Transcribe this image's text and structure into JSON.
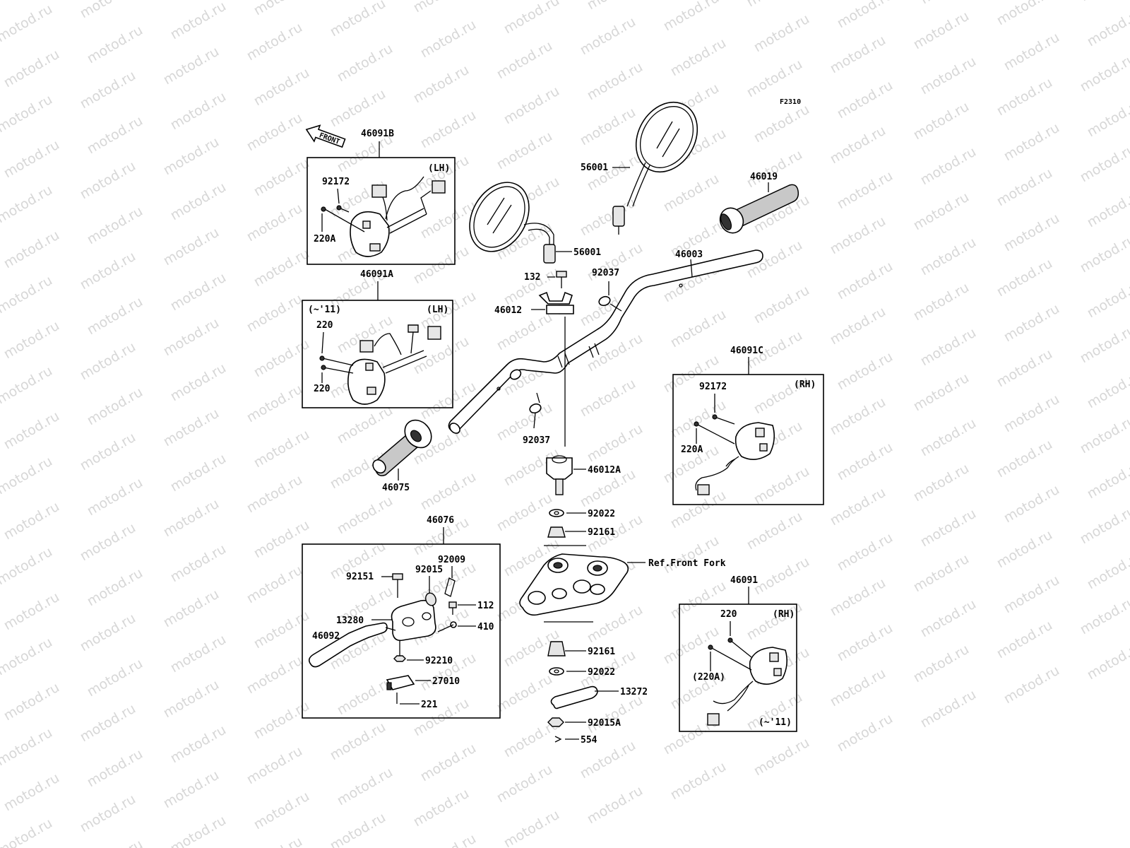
{
  "watermark": "motod.ru",
  "diagram_code": "F2310",
  "front_arrow_label": "FRONT",
  "labels": {
    "p46091B": "46091B",
    "p92172_lh": "92172",
    "p220A_lh": "220A",
    "lh_top": "(LH)",
    "p46091A": "46091A",
    "p11_lh": "(~'11)",
    "lh_mid": "(LH)",
    "p220_a": "220",
    "p220_b": "220",
    "p46075": "46075",
    "p56001_top": "56001",
    "p56001_left": "56001",
    "p46019": "46019",
    "p46003": "46003",
    "p132": "132",
    "p92037_top": "92037",
    "p46012": "46012",
    "p92037_bot": "92037",
    "p46012A": "46012A",
    "p92022_top": "92022",
    "p92161_top": "92161",
    "ref_front_fork": "Ref.Front Fork",
    "p92161_bot": "92161",
    "p92022_bot": "92022",
    "p13272": "13272",
    "p92015A": "92015A",
    "p554": "554",
    "p46091C": "46091C",
    "p92172_rh": "92172",
    "rh_top": "(RH)",
    "p220A_rh": "220A",
    "p46091": "46091",
    "p220_rh": "220",
    "rh_bot": "(RH)",
    "p220A_paren": "(220A)",
    "p11_rh": "(~'11)",
    "p46076": "46076",
    "p92151": "92151",
    "p92015": "92015",
    "p92009": "92009",
    "p112": "112",
    "p13280": "13280",
    "p410": "410",
    "p46092": "46092",
    "p92210": "92210",
    "p27010": "27010",
    "p221": "221"
  }
}
